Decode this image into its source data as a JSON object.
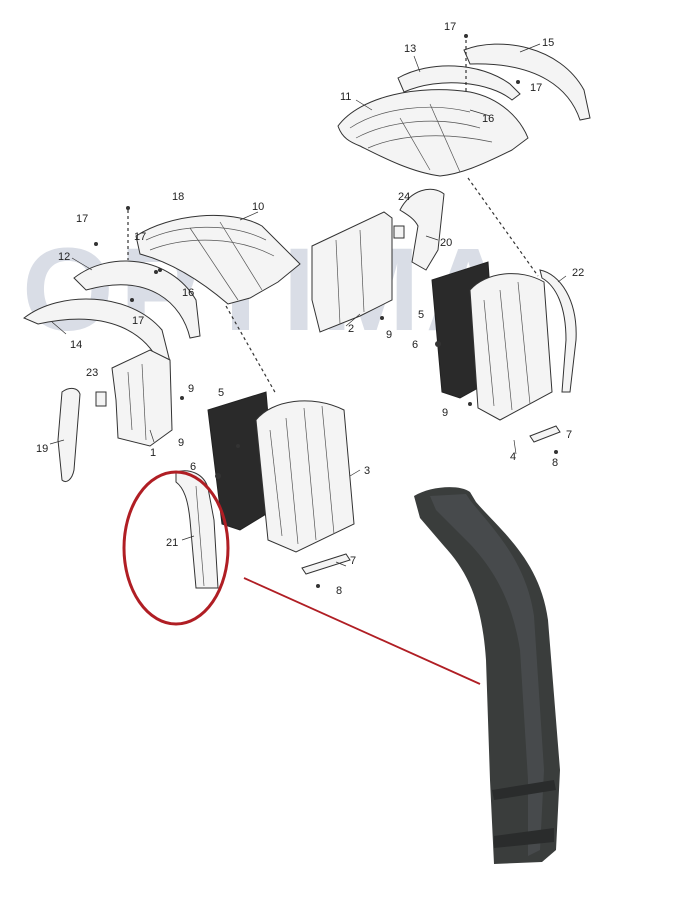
{
  "watermark": "OPTIMA",
  "callouts": {
    "c1": "1",
    "c2": "2",
    "c3": "3",
    "c4": "4",
    "c5a": "5",
    "c5b": "5",
    "c6a": "6",
    "c6b": "6",
    "c7a": "7",
    "c7b": "7",
    "c8a": "8",
    "c8b": "8",
    "c9a": "9",
    "c9b": "9",
    "c9c": "9",
    "c9d": "9",
    "c10": "10",
    "c11": "11",
    "c12": "12",
    "c13": "13",
    "c14": "14",
    "c15": "15",
    "c16a": "16",
    "c16b": "16",
    "c17a": "17",
    "c17b": "17",
    "c17c": "17",
    "c17d": "17",
    "c17e": "17",
    "c18": "18",
    "c19": "19",
    "c20": "20",
    "c21": "21",
    "c22": "22",
    "c23": "23",
    "c24": "24"
  },
  "colors": {
    "highlight": "#b01e24",
    "product": "#3a3d3c"
  }
}
